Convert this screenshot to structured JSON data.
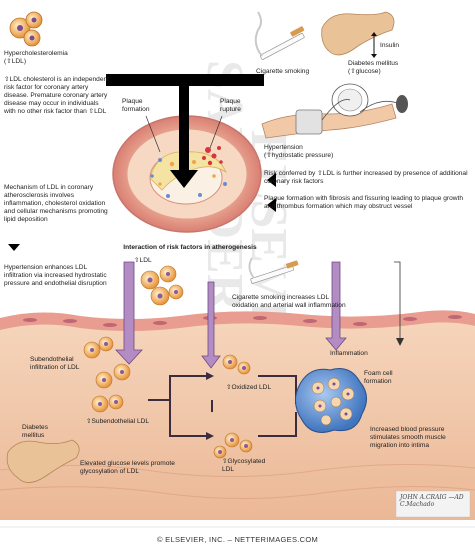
{
  "top_left": {
    "hypercholesterolemia": "Hypercholesterolemia",
    "hypercholesterolemia_sub": "(⇧LDL)",
    "ldl_risk": "⇧LDL cholesterol is an independent risk factor for coronary artery disease. Premature coronary artery disease may occur in individuals with no other risk factor than ⇧LDL",
    "mechanism": "Mechanism of LDL in coronary atherosclerosis involves inflammation, cholesterol oxidation and cellular mechanisms promoting lipid deposition"
  },
  "plaque": {
    "formation": "Plaque formation",
    "rupture": "Plaque rupture"
  },
  "top_right": {
    "cigarette_smoking": "Cigarette smoking",
    "insulin": "Insulin",
    "diabetes": "Diabetes mellitus",
    "diabetes_sub": "(⇧glucose)",
    "hypertension": "Hypertension",
    "hypertension_sub": "(⇧hydrostatic pressure)",
    "risk_conferred": "Risk conferred by ⇧LDL is further increased by presence of additional coronary risk factors",
    "plaque_fibrosis": "Plaque formation with fibrosis and fissuring leading to plaque growth and thrombus formation which may obstruct vessel"
  },
  "section_title": "Interaction of risk factors in atherogenesis",
  "lower": {
    "hypertension_enhances": "Hypertension enhances LDL infiltration via increased hydrostatic pressure and endothelial disruption",
    "ldl_small": "⇧LDL",
    "cig_increases": "Cigarette smoking increases LDL oxidation and arterial wall inflammation",
    "subendothelial_infiltration": "Subendothelial infiltration of LDL",
    "inflammation": "Inflammation",
    "oxidized_ldl": "⇧Oxidized LDL",
    "foam_cell": "Foam cell formation",
    "subendothelial_ldl": "⇧Subendothelial LDL",
    "diabetes_mellitus": "Diabetes mellitus",
    "glycosylated_ldl": "⇧Glycosylated LDL",
    "elevated_glucose": "Elevated glucose levels promote glycosylation of LDL",
    "increased_bp": "Increased blood pressure stimulates smooth muscle migration into intima"
  },
  "watermark": "SAUNDERS ELSEVIER",
  "signature": "JOHN A.CRAIG —AD C.Machado",
  "footer": "© ELSEVIER, INC. – NETTERIMAGES.COM",
  "colors": {
    "tissue": "#f0c9a9",
    "endothelium": "#e79a8e",
    "arrow_purple": "#b48cc4",
    "foam_cell": "#5a8fd0",
    "ldl_particle": "#f2a54a"
  }
}
